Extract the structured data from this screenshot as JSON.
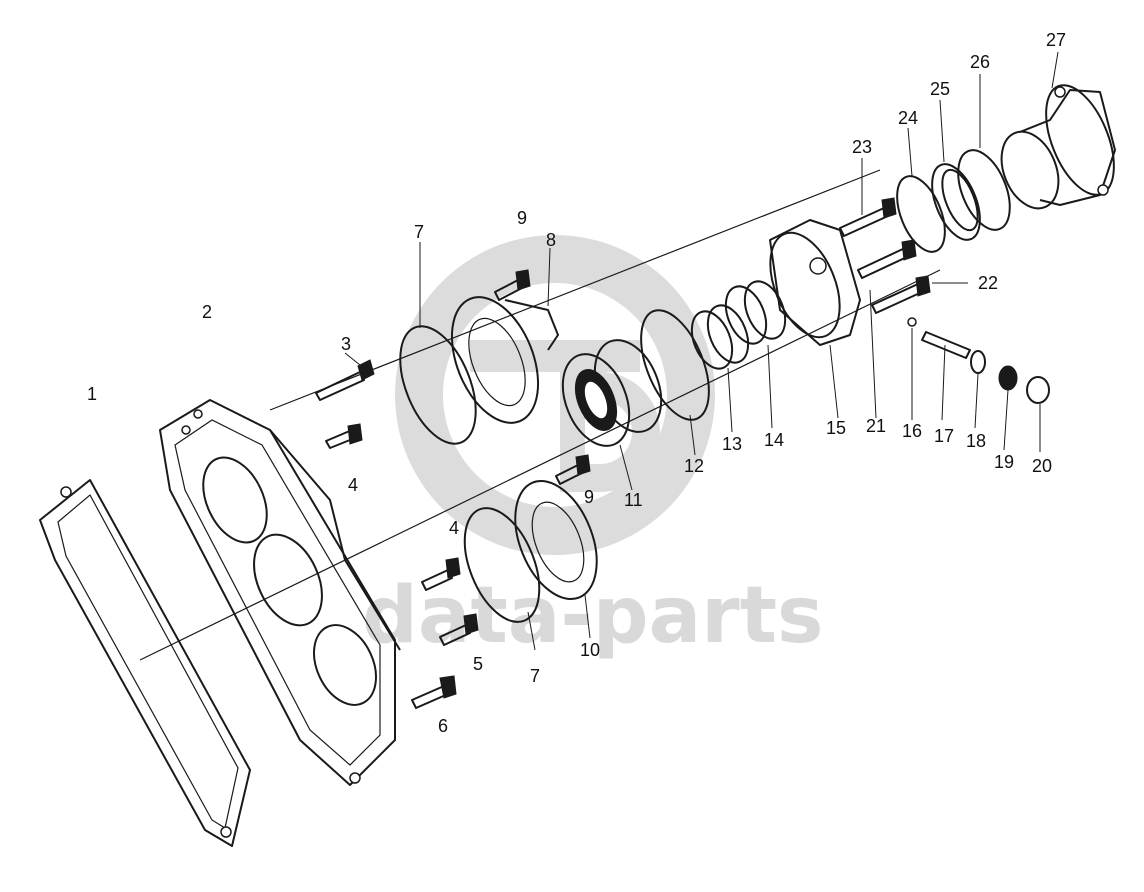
{
  "watermark": {
    "text": "data-parts",
    "logo_letters": "GD"
  },
  "part_labels": [
    "1",
    "2",
    "3",
    "4",
    "4",
    "5",
    "6",
    "7",
    "7",
    "8",
    "9",
    "9",
    "10",
    "11",
    "12",
    "13",
    "14",
    "15",
    "16",
    "17",
    "18",
    "19",
    "20",
    "21",
    "22",
    "23",
    "24",
    "25",
    "26",
    "27"
  ]
}
